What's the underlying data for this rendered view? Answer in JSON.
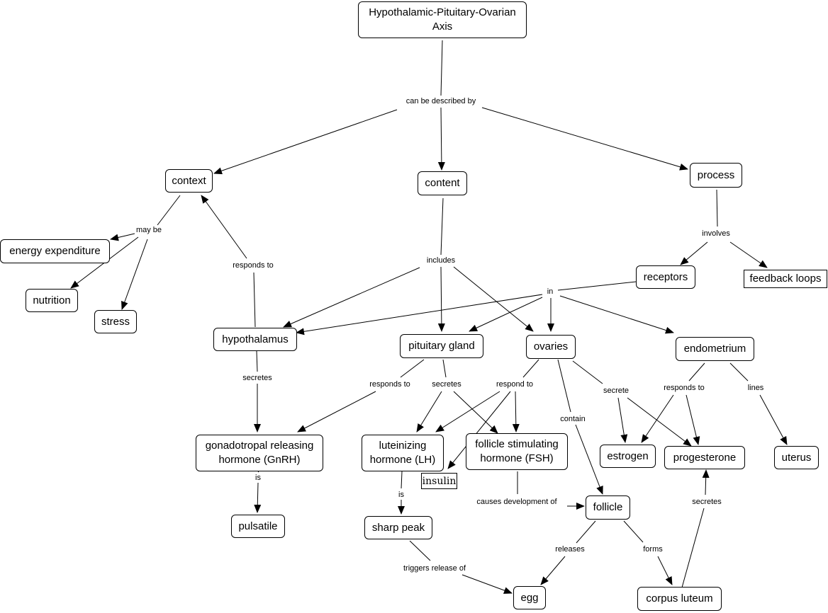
{
  "nodes": {
    "hpo_axis": "Hypothalamic-Pituitary-Ovarian Axis",
    "context": "context",
    "content": "content",
    "process": "process",
    "energy_expenditure": "energy expenditure",
    "nutrition": "nutrition",
    "stress": "stress",
    "receptors": "receptors",
    "feedback_loops": "feedback loops",
    "hypothalamus": "hypothalamus",
    "pituitary_gland": "pituitary gland",
    "ovaries": "ovaries",
    "endometrium": "endometrium",
    "gnrh": "gonadotropal releasing hormone (GnRH)",
    "lh": "luteinizing hormone (LH)",
    "fsh": "follicle stimulating hormone (FSH)",
    "insulin": "insulin",
    "estrogen": "estrogen",
    "progesterone": "progesterone",
    "uterus": "uterus",
    "pulsatile": "pulsatile",
    "sharp_peak": "sharp peak",
    "follicle": "follicle",
    "egg": "egg",
    "corpus_luteum": "corpus luteum"
  },
  "links": {
    "can_be_described_by": "can be described by",
    "may_be": "may be",
    "responds_to_context": "responds to",
    "includes": "includes",
    "involves": "involves",
    "in": "in",
    "secretes_hypothalamus": "secretes",
    "responds_to_pituitary": "responds to",
    "secretes_pituitary": "secretes",
    "respond_to_ovaries": "respond to",
    "secrete_ovaries": "secrete",
    "contain": "contain",
    "responds_to_endometrium": "responds to",
    "lines": "lines",
    "is_gnrh": "is",
    "is_lh": "is",
    "causes_development_of": "causes development of",
    "releases": "releases",
    "forms": "forms",
    "secretes_corpus": "secretes",
    "triggers_release_of": "triggers release of"
  }
}
